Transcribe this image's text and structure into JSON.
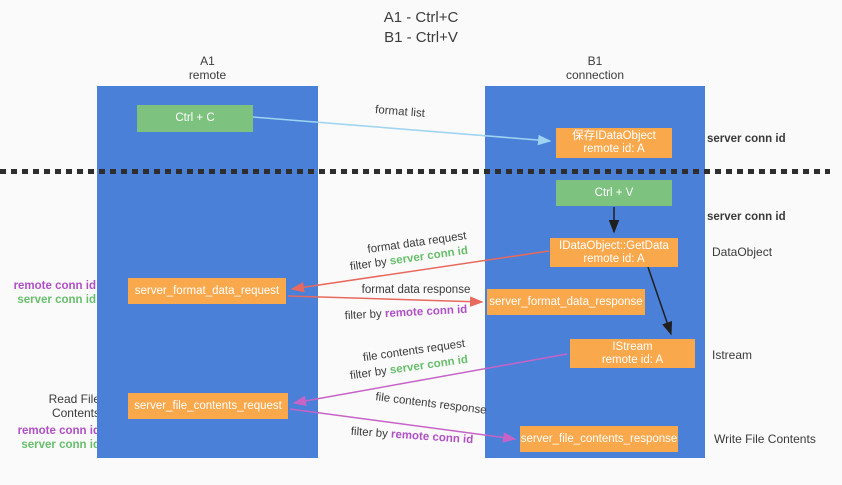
{
  "title": {
    "line1": "A1 - Ctrl+C",
    "line2": "B1 - Ctrl+V"
  },
  "columns": {
    "a": {
      "title": "A1",
      "subtitle": "remote"
    },
    "b": {
      "title": "B1",
      "subtitle": "connection"
    }
  },
  "colors": {
    "column_blue": "#4a80d8",
    "box_green": "#7dc37f",
    "box_orange": "#f9a84c",
    "green_text": "#67bf6b",
    "purple_text": "#b14fc6",
    "arrow_red": "#e8695e",
    "arrow_magenta": "#c763c7",
    "arrow_light_blue": "#9fd3f2",
    "arrow_black": "#1f1f1f"
  },
  "nodes": {
    "ctrl_c": {
      "label": "Ctrl + C"
    },
    "ctrl_v": {
      "label": "Ctrl + V"
    },
    "save_dataobject": {
      "line1": "保存IDataObject",
      "line2": "remote id: A"
    },
    "getdata": {
      "line1": "IDataObject::GetData",
      "line2": "remote id: A"
    },
    "istream": {
      "line1": "IStream",
      "line2": "remote id: A"
    },
    "format_request": {
      "label": "server_format_data_request"
    },
    "format_response": {
      "label": "server_format_data_response"
    },
    "file_request": {
      "label": "server_file_contents_request"
    },
    "file_response": {
      "label": "server_file_contents_response"
    }
  },
  "arrow_labels": {
    "format_list": "format list",
    "format_data_request": "format data request",
    "format_data_response": "format data response",
    "file_contents_request": "file contents request",
    "file_contents_response": "file contents response",
    "filter_by": "filter by ",
    "server_conn_id": "server conn id",
    "remote_conn_id": "remote conn id"
  },
  "side_labels": {
    "right_server_conn_id_1": "server conn id",
    "right_server_conn_id_2": "server conn id",
    "right_dataobject": "DataObject",
    "right_istream": "Istream",
    "right_write_file": "Write File Contents",
    "left_remote_conn_id_1": "remote conn id",
    "left_server_conn_id_1": "server conn id",
    "left_read_file": "Read File Contents",
    "left_remote_conn_id_2": "remote conn id",
    "left_server_conn_id_2": "server conn id"
  }
}
